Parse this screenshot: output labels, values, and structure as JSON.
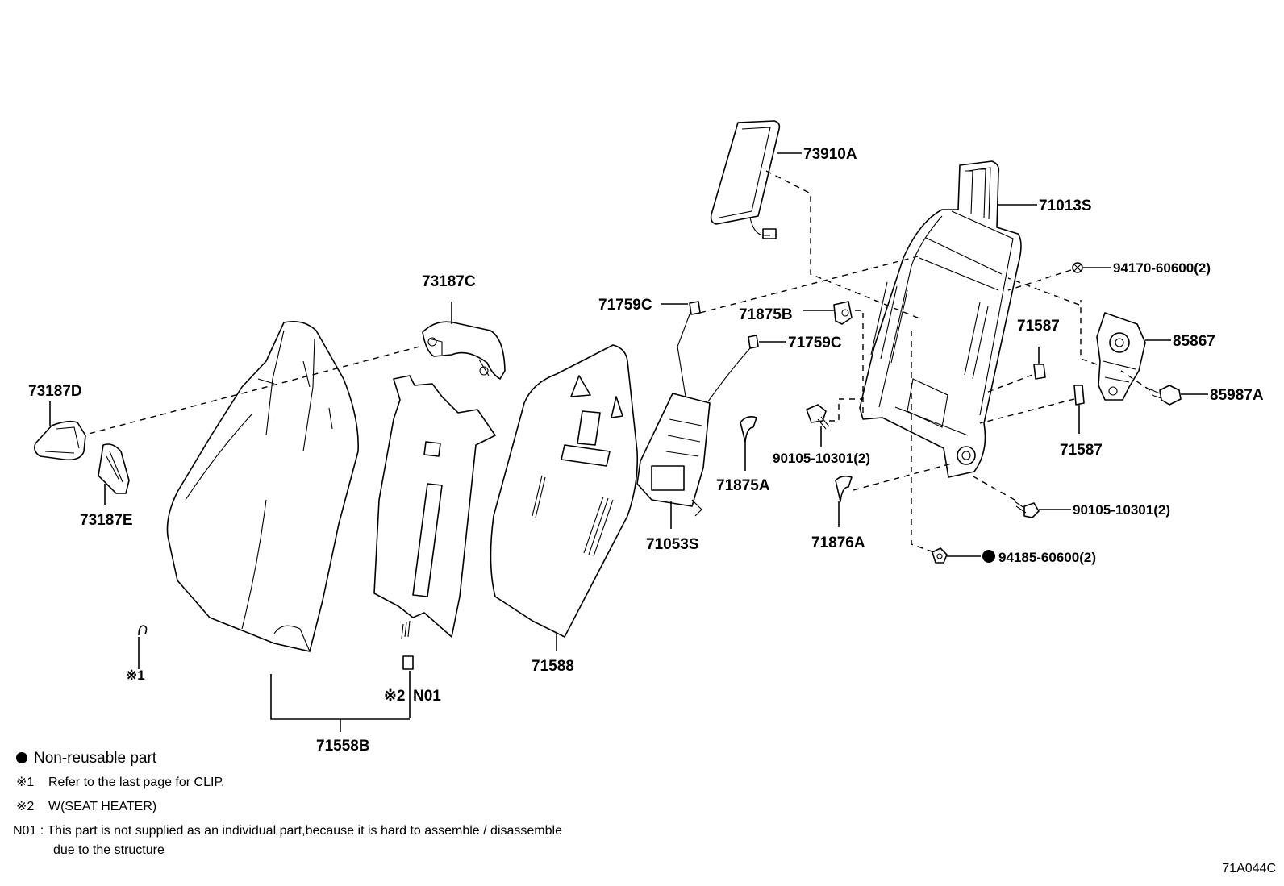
{
  "labels": {
    "p73910A": "73910A",
    "p71013S": "71013S",
    "p94170": "94170-60600(2)",
    "p73187C": "73187C",
    "p71759C_a": "71759C",
    "p71875B": "71875B",
    "p71587_a": "71587",
    "p85867": "85867",
    "p71759C_b": "71759C",
    "p73187D": "73187D",
    "p85987A": "85987A",
    "p90105_a": "90105-10301(2)",
    "p71587_b": "71587",
    "p73187E": "73187E",
    "p71875A": "71875A",
    "p90105_b": "90105-10301(2)",
    "p71053S": "71053S",
    "p71876A": "71876A",
    "p94185": "94185-60600(2)",
    "p71588": "71588",
    "p_mark1": "※1",
    "p_mark2": "※2",
    "pN01": "N01",
    "p71558B": "71558B"
  },
  "legend": {
    "nonreusable": "Non-reusable part",
    "note1_mark": "※1",
    "note1_text": "Refer to the last page for CLIP.",
    "note2_mark": "※2",
    "note2_text": "W(SEAT HEATER)",
    "n01_mark": "N01 :",
    "n01_text_1": "This part is not supplied as an individual part,because it is hard to assemble / disassemble",
    "n01_text_2": "due to the structure"
  },
  "reference_code": "71A044C"
}
